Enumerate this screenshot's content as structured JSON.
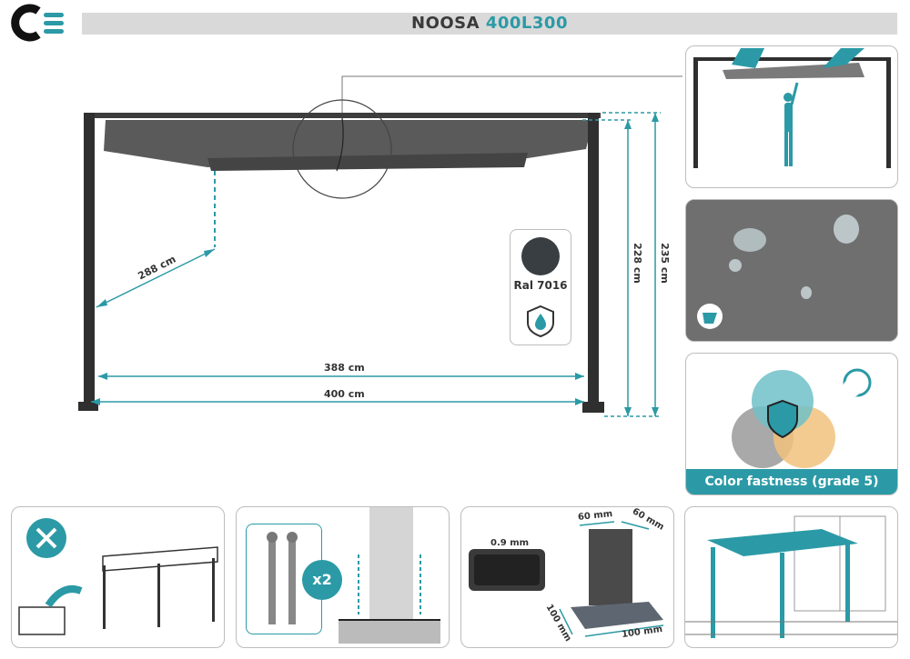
{
  "header": {
    "logo_alt": "CE",
    "title_name": "NOOSA",
    "title_model": "400L300"
  },
  "dimensions": {
    "depth": "288 cm",
    "inner_width": "388 cm",
    "outer_width": "400 cm",
    "clear_height": "228 cm",
    "total_height": "235 cm"
  },
  "color_badge": {
    "label": "Ral 7016",
    "swatch_color": "#383e42"
  },
  "features": {
    "color_fastness": "Color fastness (grade 5)"
  },
  "assembly": {
    "screw_count": "x2",
    "wall_thickness": "0.9 mm",
    "post_top_a": "60 mm",
    "post_top_b": "60 mm",
    "base_a": "100 mm",
    "base_b": "100 mm"
  },
  "colors": {
    "accent": "#2b9aa6",
    "frame": "#3c3c3c",
    "canvas": "#555555"
  }
}
